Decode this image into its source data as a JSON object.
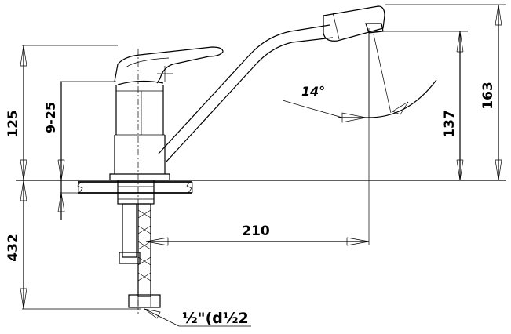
{
  "dimensions": {
    "height_125": "125",
    "height_9_25": "9-25",
    "height_432": "432",
    "height_137": "137",
    "height_163": "163",
    "reach_210": "210",
    "angle_14": "14°"
  },
  "connection": {
    "thread_label": "½\"(d½2"
  }
}
